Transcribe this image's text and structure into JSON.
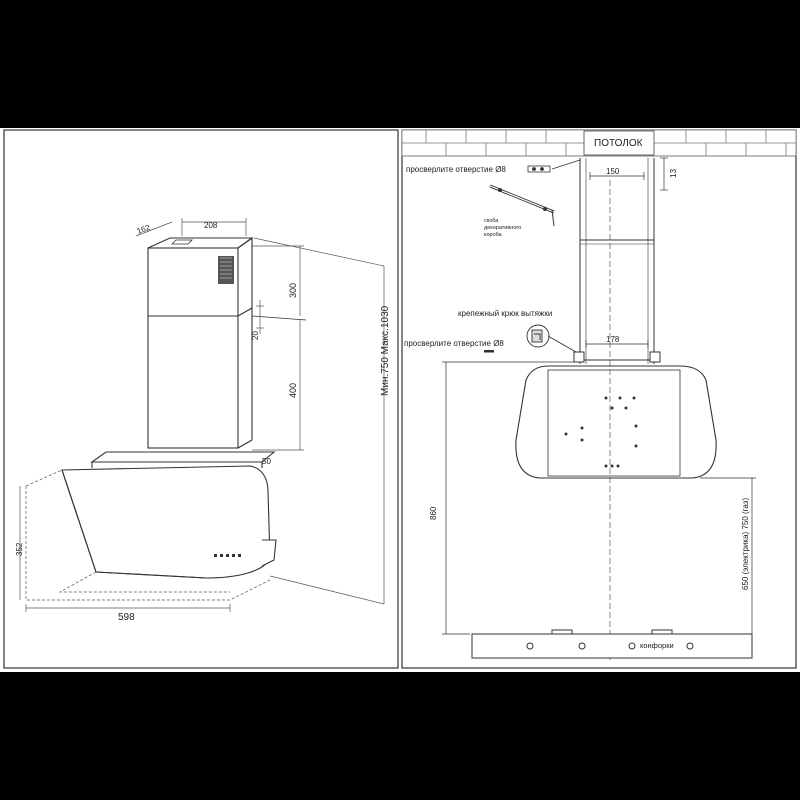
{
  "left_panel": {
    "dim_width_hood": "598",
    "dim_depth_hood": "352",
    "dim_chimney_depth": "162",
    "dim_chimney_width": "208",
    "dim_upper_chimney": "300",
    "dim_bracket": "20",
    "dim_lower_chimney": "400",
    "dim_bracket_small": "50",
    "dim_total_height": "Мин.750  Макс.1030"
  },
  "right_panel": {
    "ceiling_label": "ПОТОЛОК",
    "drill_top_label": "просверлите отверстие Ø8",
    "dim_top_width": "150",
    "dim_top_offset": "13",
    "bracket_caption_1": "скоба",
    "bracket_caption_2": "декоративного",
    "bracket_caption_3": "короба",
    "hook_label": "крепежный крюк вытяжки",
    "drill_bottom_label": "просверлите отверстие Ø8",
    "dim_bottom_width": "178",
    "dim_hood_height": "860",
    "dim_install_height": "650 (электрика) 750 (газ)",
    "burners_label": "конфорки"
  }
}
